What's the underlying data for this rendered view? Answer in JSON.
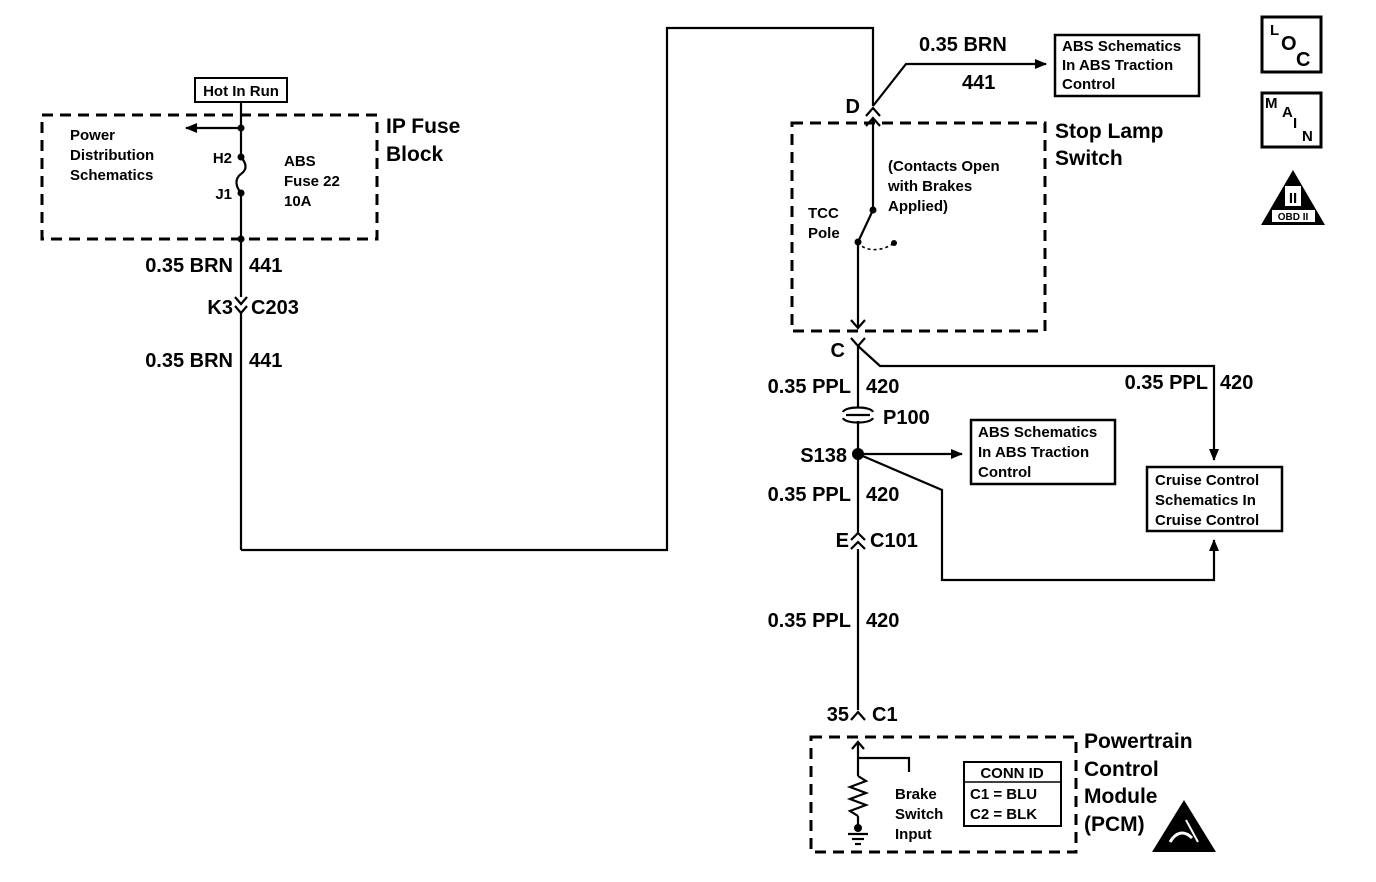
{
  "ip_fuse_block": {
    "tag": "Hot In Run",
    "title_line1": "IP Fuse",
    "title_line2": "Block",
    "pd_line1": "Power",
    "pd_line2": "Distribution",
    "pd_line3": "Schematics",
    "h2": "H2",
    "j1": "J1",
    "fuse_line1": "ABS",
    "fuse_line2": "Fuse 22",
    "fuse_line3": "10A"
  },
  "left_wires": {
    "w1_color": "0.35 BRN",
    "w1_circuit": "441",
    "conn_pin": "K3",
    "conn_id": "C203",
    "w2_color": "0.35 BRN",
    "w2_circuit": "441"
  },
  "top_wire": {
    "color": "0.35 BRN",
    "circuit": "441",
    "box_line1": "ABS Schematics",
    "box_line2": "In ABS Traction",
    "box_line3": "Control"
  },
  "stop_lamp_switch": {
    "title_line1": "Stop Lamp",
    "title_line2": "Switch",
    "pin_d": "D",
    "pin_c": "C",
    "note_line1": "(Contacts Open",
    "note_line2": "with Brakes",
    "note_line3": "Applied)",
    "pole_line1": "TCC",
    "pole_line2": "Pole"
  },
  "ppl_circuit": {
    "w1_color": "0.35 PPL",
    "w1_circuit": "420",
    "right_color": "0.35 PPL",
    "right_circuit": "420",
    "p100": "P100",
    "s138": "S138",
    "abs_line1": "ABS Schematics",
    "abs_line2": "In ABS Traction",
    "abs_line3": "Control",
    "w2_color": "0.35 PPL",
    "w2_circuit": "420",
    "c101_pin": "E",
    "c101_id": "C101",
    "w3_color": "0.35 PPL",
    "w3_circuit": "420",
    "c1_pin": "35",
    "c1_id": "C1",
    "cruise_line1": "Cruise Control",
    "cruise_line2": "Schematics In",
    "cruise_line3": "Cruise Control"
  },
  "pcm": {
    "title_line1": "Powertrain",
    "title_line2": "Control",
    "title_line3": "Module",
    "title_line4": "(PCM)",
    "input_line1": "Brake",
    "input_line2": "Switch",
    "input_line3": "Input",
    "conn_title": "CONN ID",
    "conn_c1": "C1 = BLU",
    "conn_c2": "C2 = BLK"
  },
  "icons": {
    "loc_l": "L",
    "loc_o": "O",
    "loc_c": "C",
    "main_m": "M",
    "main_a": "A",
    "main_i": "I",
    "main_n": "N",
    "obd_numeral": "II",
    "obd_text": "OBD II"
  }
}
